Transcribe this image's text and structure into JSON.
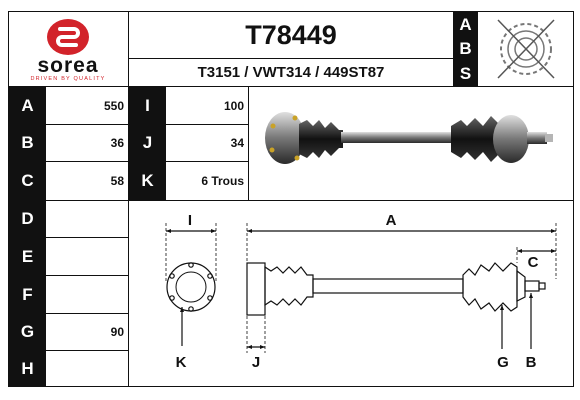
{
  "brand": {
    "name": "sorea",
    "tagline": "DRIVEN BY QUALITY",
    "color": "#d2232a"
  },
  "header": {
    "part_number": "T78449",
    "references": "T3151 / VWT314 / 449ST87"
  },
  "abs": {
    "letters": [
      "A",
      "B",
      "S"
    ]
  },
  "specs": {
    "left": [
      {
        "label": "A",
        "value": "550"
      },
      {
        "label": "B",
        "value": "36"
      },
      {
        "label": "C",
        "value": "58"
      },
      {
        "label": "D",
        "value": ""
      },
      {
        "label": "E",
        "value": ""
      },
      {
        "label": "F",
        "value": ""
      },
      {
        "label": "G",
        "value": "90"
      },
      {
        "label": "H",
        "value": ""
      }
    ],
    "right": [
      {
        "label": "I",
        "value": "100"
      },
      {
        "label": "J",
        "value": "34"
      },
      {
        "label": "K",
        "value": "6 Trous"
      }
    ]
  },
  "diagram": {
    "labels": {
      "A": "A",
      "B": "B",
      "C": "C",
      "G": "G",
      "I": "I",
      "J": "J",
      "K": "K"
    }
  }
}
